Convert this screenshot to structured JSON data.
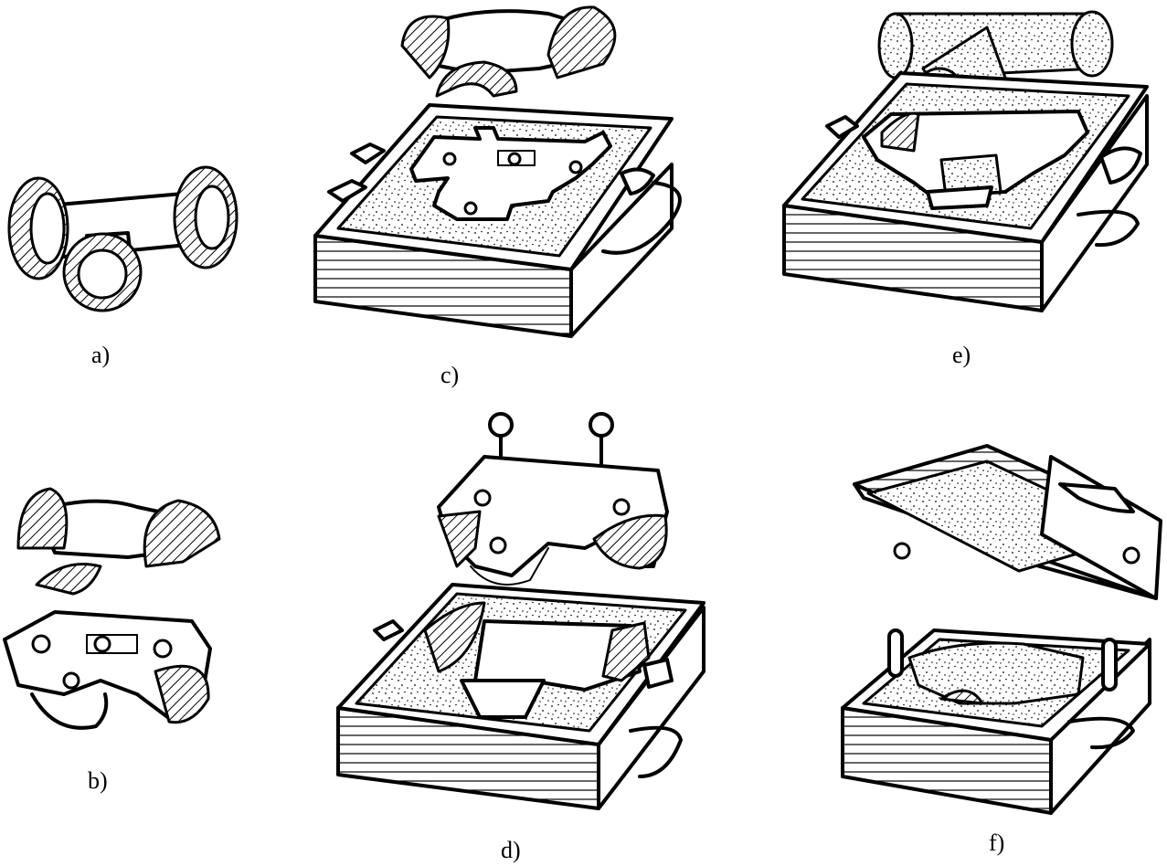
{
  "figure": {
    "panels": [
      {
        "id": "a",
        "label": "a)"
      },
      {
        "id": "b",
        "label": "b)"
      },
      {
        "id": "c",
        "label": "c)"
      },
      {
        "id": "d",
        "label": "d)"
      },
      {
        "id": "e",
        "label": "e)"
      },
      {
        "id": "f",
        "label": "f)"
      }
    ]
  }
}
